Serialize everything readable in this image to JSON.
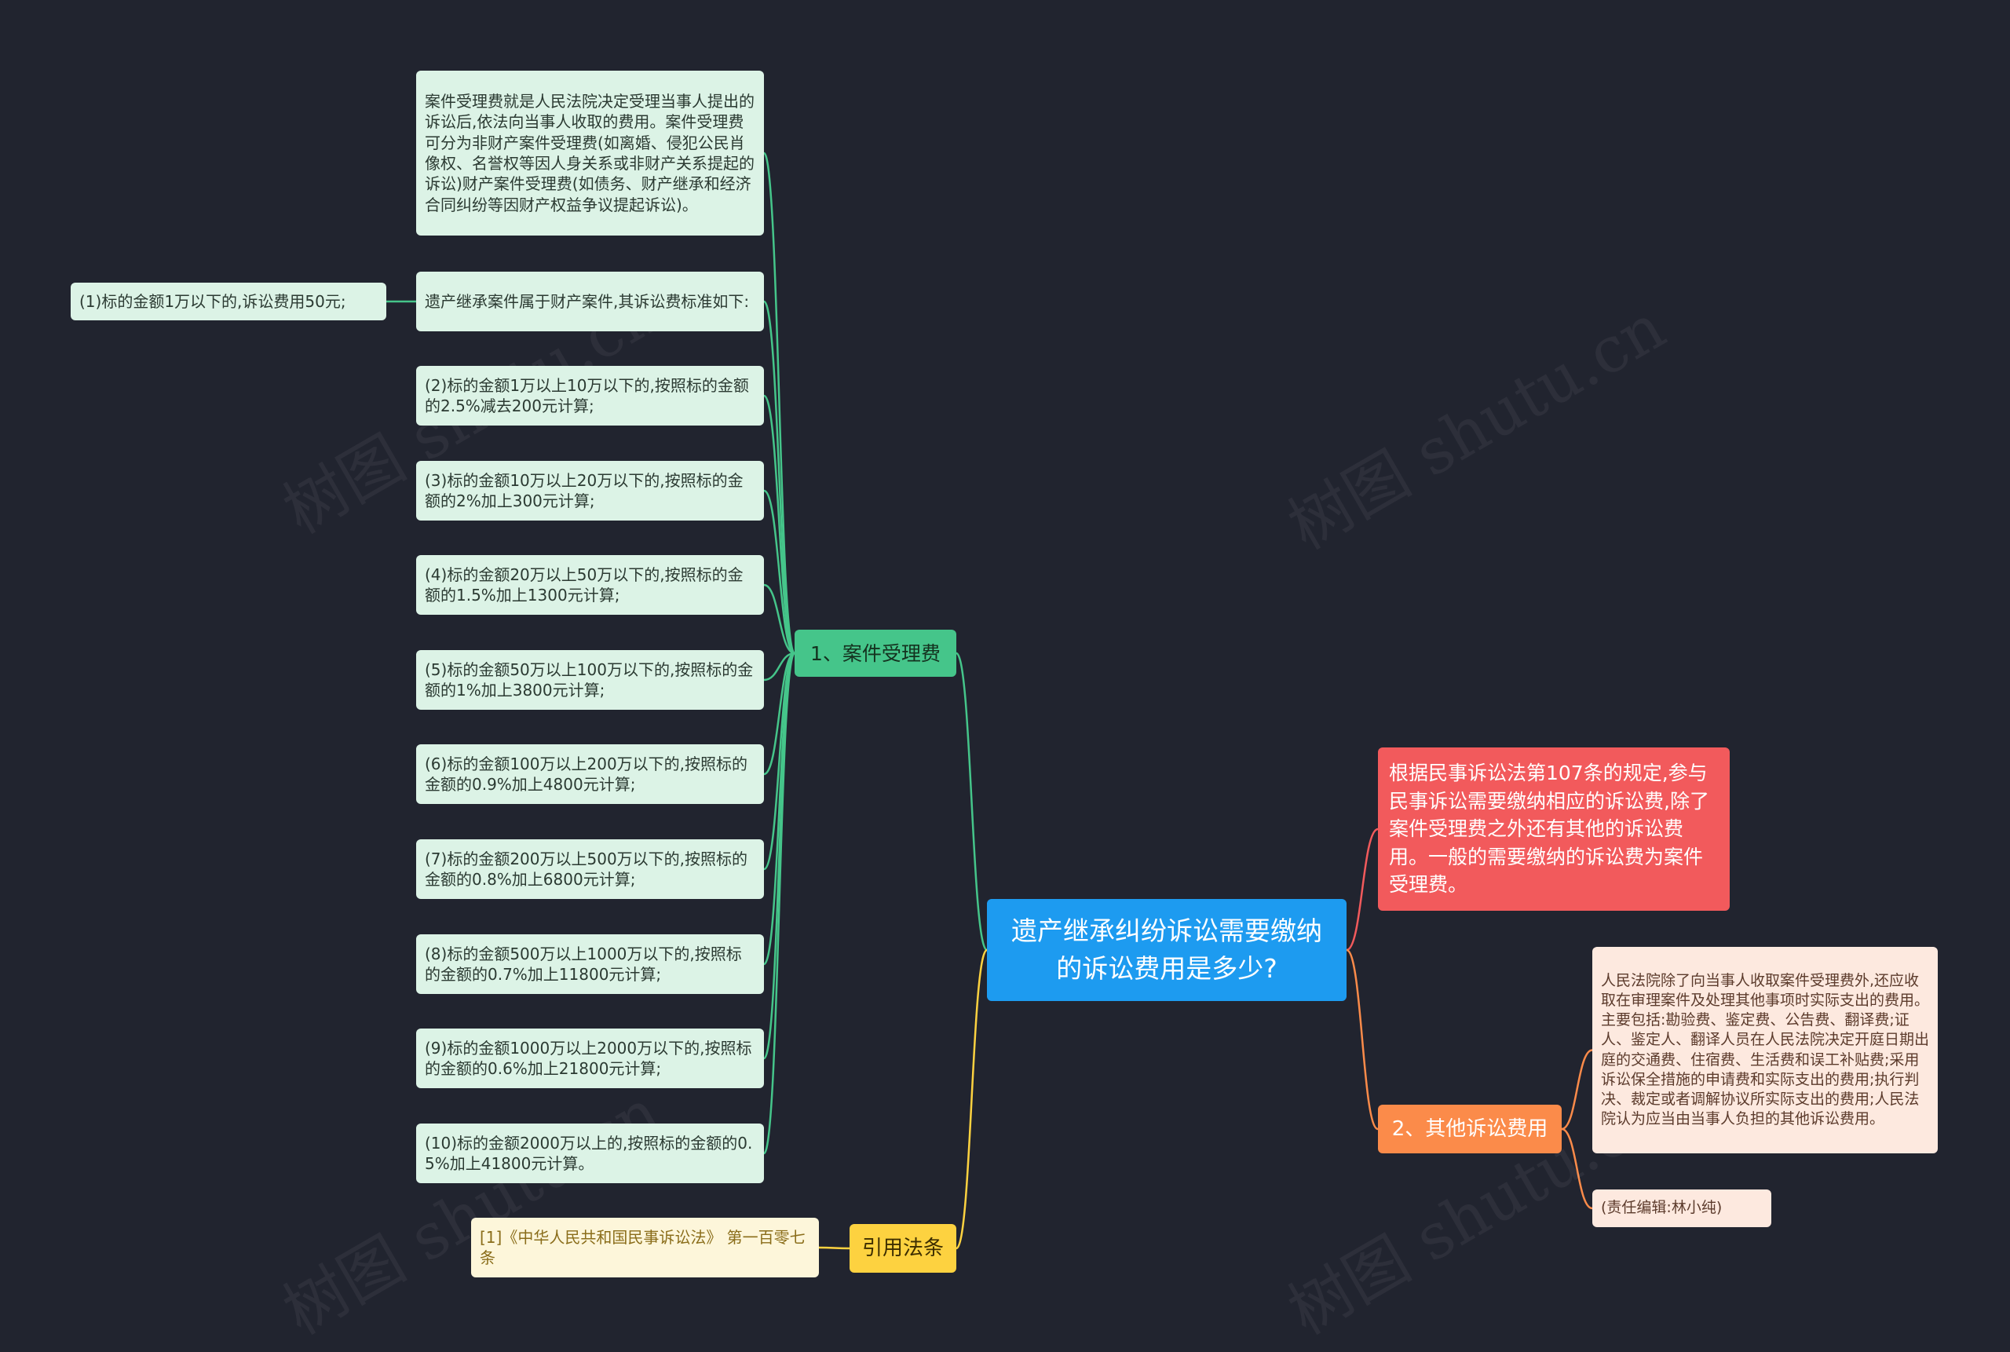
{
  "root": {
    "label": "遗产继承纠纷诉讼需要缴纳的诉讼费用是多少?"
  },
  "intro": {
    "text": "根据民事诉讼法第107条的规定,参与民事诉讼需要缴纳相应的诉讼费,除了案件受理费之外还有其他的诉讼费用。一般的需要缴纳的诉讼费为案件受理费。"
  },
  "branch1": {
    "label": "1、案件受理费",
    "definition": "案件受理费就是人民法院决定受理当事人提出的诉讼后,依法向当事人收取的费用。案件受理费可分为非财产案件受理费(如离婚、侵犯公民肖像权、名誉权等因人身关系或非财产关系提起的诉讼)财产案件受理费(如债务、财产继承和经济合同纠纷等因财产权益争议提起诉讼)。",
    "standard": "遗产继承案件属于财产案件,其诉讼费标准如下:",
    "standard_child": "(1)标的金额1万以下的,诉讼费用50元;",
    "items": [
      "(2)标的金额1万以上10万以下的,按照标的金额的2.5%减去200元计算;",
      "(3)标的金额10万以上20万以下的,按照标的金额的2%加上300元计算;",
      "(4)标的金额20万以上50万以下的,按照标的金额的1.5%加上1300元计算;",
      "(5)标的金额50万以上100万以下的,按照标的金额的1%加上3800元计算;",
      "(6)标的金额100万以上200万以下的,按照标的金额的0.9%加上4800元计算;",
      "(7)标的金额200万以上500万以下的,按照标的金额的0.8%加上6800元计算;",
      "(8)标的金额500万以上1000万以下的,按照标的金额的0.7%加上11800元计算;",
      "(9)标的金额1000万以上2000万以下的,按照标的金额的0.6%加上21800元计算;",
      "(10)标的金额2000万以上的,按照标的金额的0.5%加上41800元计算。"
    ]
  },
  "branch_law": {
    "label": "引用法条",
    "ref": "[1]《中华人民共和国民事诉讼法》 第一百零七条"
  },
  "branch2": {
    "label": "2、其他诉讼费用",
    "detail": "人民法院除了向当事人收取案件受理费外,还应收取在审理案件及处理其他事项时实际支出的费用。主要包括:勘验费、鉴定费、公告费、翻译费;证人、鉴定人、翻译人员在人民法院决定开庭日期出庭的交通费、住宿费、生活费和误工补贴费;采用诉讼保全措施的申请费和实际支出的费用;执行判决、裁定或者调解协议所实际支出的费用;人民法院认为应当由当事人负担的其他诉讼费用。",
    "editor": "(责任编辑:林小纯)"
  },
  "watermark": "树图 shutu.cn",
  "colors": {
    "background": "#21242f",
    "root": "#1d9bf0",
    "green_branch": "#45c58a",
    "green_leaf": "#dcf3e6",
    "yellow_branch": "#fdd240",
    "yellow_leaf": "#fdf6da",
    "orange_branch": "#fb8b4a",
    "peach_leaf": "#fde9df",
    "red_node": "#f25a5c"
  }
}
